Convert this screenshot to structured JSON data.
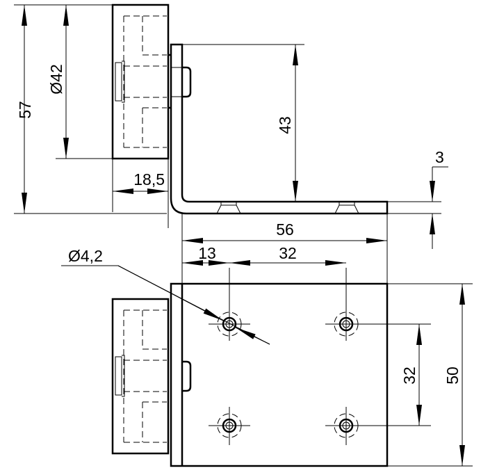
{
  "dimensions": {
    "overall_height": "57",
    "knob_diameter": "Ø42",
    "bracket_height": "43",
    "knob_depth": "18,5",
    "thickness": "3",
    "bracket_length": "56",
    "hole_offset": "13",
    "hole_spacing_x": "32",
    "hole_diameter": "Ø4,2",
    "hole_spacing_y": "32",
    "bracket_width": "50"
  }
}
